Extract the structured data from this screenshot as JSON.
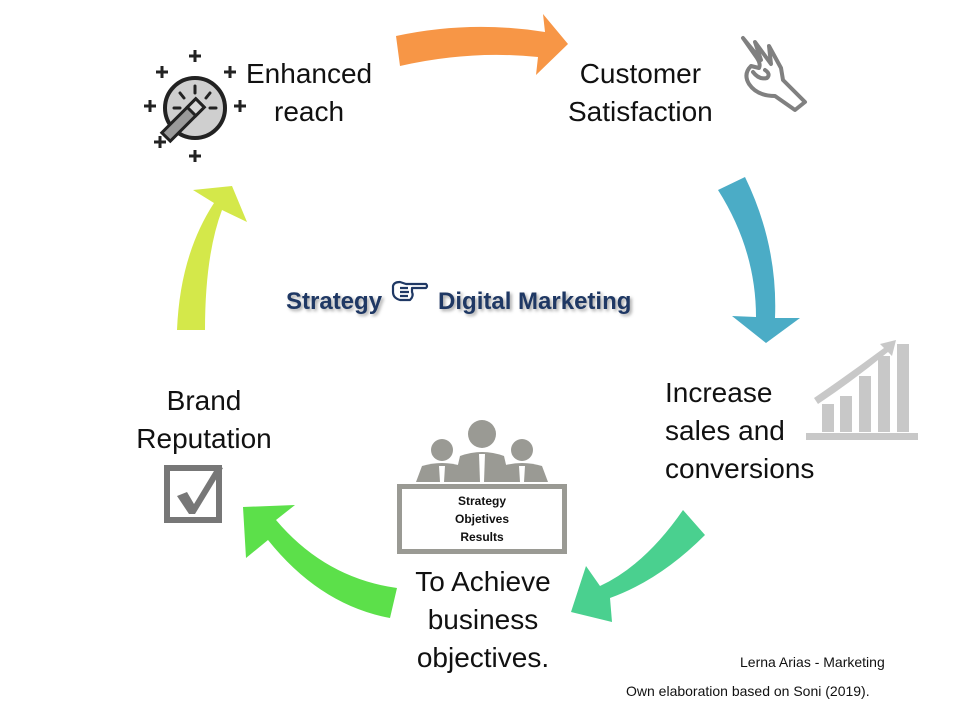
{
  "center": {
    "left_text": "Strategy",
    "pointer_icon": "pointing-hand-icon",
    "right_text": "Digital Marketing",
    "color": "#1f3864"
  },
  "nodes": [
    {
      "id": "enhanced-reach",
      "lines": [
        "Enhanced",
        "reach"
      ],
      "icon": "magic-wand-icon"
    },
    {
      "id": "customer-satisfaction",
      "lines": [
        "Customer",
        "Satisfaction"
      ],
      "icon": "ok-hand-icon"
    },
    {
      "id": "increase-sales",
      "lines": [
        "Increase",
        "sales and",
        "conversions"
      ],
      "icon": "growth-chart-icon"
    },
    {
      "id": "business-objectives",
      "lines": [
        "To Achieve",
        "business",
        "objectives."
      ],
      "icon": "meeting-board-icon"
    },
    {
      "id": "brand-reputation",
      "lines": [
        "Brand",
        "Reputation"
      ],
      "icon": "checkbox-checked-icon"
    }
  ],
  "board": {
    "lines": [
      "Strategy",
      "Objetives",
      "Results"
    ]
  },
  "arrows": [
    {
      "from": "enhanced-reach",
      "to": "customer-satisfaction",
      "color": "#f79646"
    },
    {
      "from": "customer-satisfaction",
      "to": "increase-sales",
      "color": "#4bacc6"
    },
    {
      "from": "increase-sales",
      "to": "business-objectives",
      "color": "#4ad08f"
    },
    {
      "from": "business-objectives",
      "to": "brand-reputation",
      "color": "#5ce04a"
    },
    {
      "from": "brand-reputation",
      "to": "enhanced-reach",
      "color": "#d4e84a"
    }
  ],
  "credits": {
    "author": "Lerna Arias - Marketing",
    "source": "Own elaboration based on Soni (2019)."
  }
}
